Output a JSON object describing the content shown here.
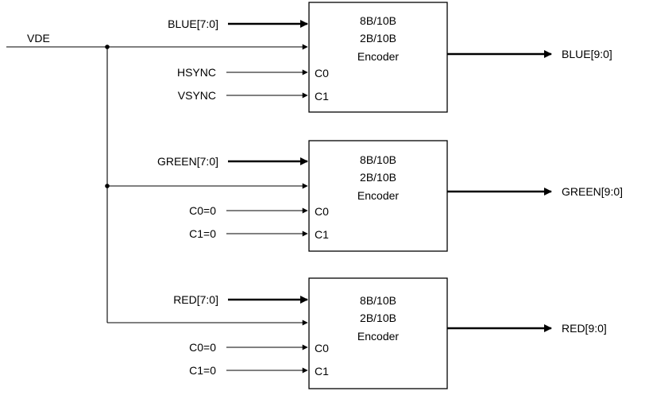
{
  "vde_label": "VDE",
  "encoders": [
    {
      "input_label": "BLUE[7:0]",
      "title_lines": [
        "8B/10B",
        "2B/10B",
        "Encoder"
      ],
      "c0_signal": "HSYNC",
      "c1_signal": "VSYNC",
      "c0_port": "C0",
      "c1_port": "C1",
      "output_label": "BLUE[9:0]"
    },
    {
      "input_label": "GREEN[7:0]",
      "title_lines": [
        "8B/10B",
        "2B/10B",
        "Encoder"
      ],
      "c0_signal": "C0=0",
      "c1_signal": "C1=0",
      "c0_port": "C0",
      "c1_port": "C1",
      "output_label": "GREEN[9:0]"
    },
    {
      "input_label": "RED[7:0]",
      "title_lines": [
        "8B/10B",
        "2B/10B",
        "Encoder"
      ],
      "c0_signal": "C0=0",
      "c1_signal": "C1=0",
      "c0_port": "C0",
      "c1_port": "C1",
      "output_label": "RED[9:0]"
    }
  ]
}
